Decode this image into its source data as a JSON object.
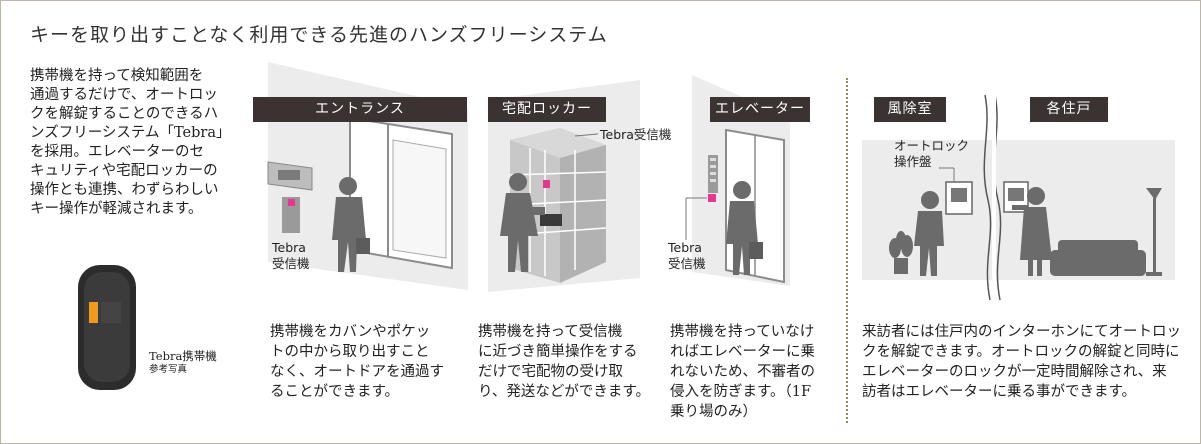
{
  "title": "キーを取り出すことなく利用できる先進のハンズフリーシステム",
  "intro_lines": [
    "携帯機を持って検知範囲を",
    "通過するだけで、オートロッ",
    "クを解錠することのできるハ",
    "ンズフリーシステム「Tebra」",
    "を採用。エレベーターのセ",
    "キュリティや宅配ロッカーの",
    "操作とも連携、わずらわしい",
    "キー操作が軽減されます。"
  ],
  "photo_label": {
    "line1": "Tebra携帯機",
    "line2": "参考写真"
  },
  "panels": {
    "entrance": {
      "label": "エントランス",
      "callout": [
        "Tebra",
        "受信機"
      ],
      "desc": [
        "携帯機をカバンやポケッ",
        "トの中から取り出すこと",
        "なく、オートドアを通過す",
        "ることができます。"
      ]
    },
    "locker": {
      "label": "宅配ロッカー",
      "callout": "Tebra受信機",
      "desc": [
        "携帯機を持って受信機",
        "に近づき簡単操作をする",
        "だけで宅配物の受け取",
        "り、発送などができます。"
      ]
    },
    "elevator": {
      "label": "エレベーター",
      "callout": [
        "Tebra",
        "受信機"
      ],
      "desc": [
        "携帯機を持っていなけ",
        "ればエレベーターに乗",
        "れないため、不審者の",
        "侵入を防ぎます。（1F",
        "乗り場のみ）"
      ]
    },
    "windbreak": {
      "label": "風除室",
      "callout": [
        "オートロック",
        "操作盤"
      ]
    },
    "residence": {
      "label": "各住戸"
    },
    "visitor_desc": [
      "来訪者には住戸内のインターホンにてオートロッ",
      "クを解錠できます。オートロックの解錠と同時に",
      "エレベーターのロックが一定時間解除され、来",
      "訪者はエレベーターに乗る事ができます。"
    ]
  },
  "colors": {
    "label_bg": "#3a3331",
    "accent": "#e8368f",
    "silhouette": "#6b6b6b",
    "wall": "#ececec",
    "divider": "#9a8560"
  },
  "icons": [
    "person-silhouette-icon",
    "receiver-icon",
    "door-icon",
    "locker-icon",
    "elevator-icon",
    "intercom-icon",
    "sofa-icon",
    "lamp-icon",
    "plant-icon",
    "key-fob-icon"
  ]
}
